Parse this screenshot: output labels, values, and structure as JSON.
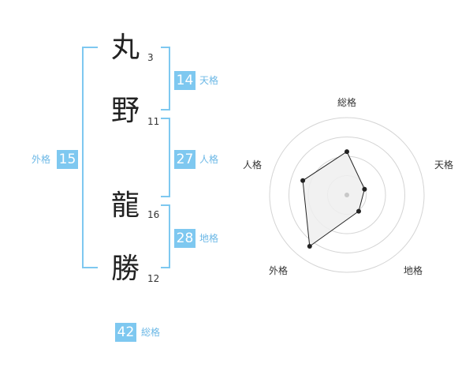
{
  "name": {
    "chars": [
      {
        "char": "丸",
        "strokes": "3"
      },
      {
        "char": "野",
        "strokes": "11"
      },
      {
        "char": "龍",
        "strokes": "16"
      },
      {
        "char": "勝",
        "strokes": "12"
      }
    ]
  },
  "fortunes": {
    "tenkaku": {
      "value": "14",
      "label": "天格"
    },
    "jinkaku": {
      "value": "27",
      "label": "人格"
    },
    "chikaku": {
      "value": "28",
      "label": "地格"
    },
    "gaikaku": {
      "value": "15",
      "label": "外格"
    },
    "soukaku": {
      "value": "42",
      "label": "総格"
    }
  },
  "colors": {
    "accent": "#7ec8f0",
    "text": "#222222"
  },
  "chart_data": {
    "type": "radar",
    "axes": [
      "総格",
      "天格",
      "地格",
      "外格",
      "人格"
    ],
    "values": [
      2.8,
      1.2,
      1.3,
      4.1,
      3.0
    ],
    "range": [
      0,
      5
    ],
    "rings": 4
  }
}
